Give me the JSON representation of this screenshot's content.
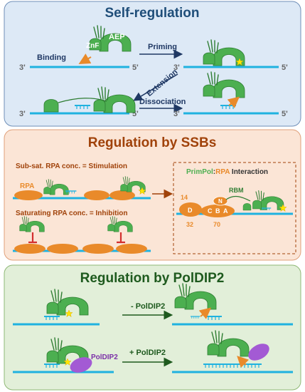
{
  "colors": {
    "panel1_bg": "#dde9f6",
    "panel1_border": "#6f8fb8",
    "panel1_title": "#1f4e79",
    "panel2_bg": "#fbe5d6",
    "panel2_border": "#e0a07a",
    "panel2_title": "#a0420a",
    "panel3_bg": "#e2efd9",
    "panel3_border": "#8fb876",
    "panel3_title": "#1e5a1e",
    "dna": "#1fb2e0",
    "protein": "#4caf50",
    "protein_dark": "#2e7d32",
    "rpa": "#e98a2a",
    "poldip2": "#a35ad4",
    "arrow_dark": "#1f3864",
    "arrow_orange": "#e98a2a",
    "arrow_green": "#1e5a1e",
    "inhibit_red": "#d32f2f",
    "nucleotide": "#ffe600"
  },
  "icons": [
    "primpol-protein-icon",
    "rpa-protein-icon",
    "poldip2-protein-icon",
    "nucleotide-star-icon",
    "dna-strand-icon"
  ],
  "panels": {
    "self_regulation": {
      "title": "Self-regulation",
      "znf_label": "ZnF",
      "aep_label": "AEP",
      "binding": "Binding",
      "priming": "Priming",
      "extension": "Extension",
      "dissociation": "Dissociation",
      "three_prime": "3'",
      "five_prime": "5'"
    },
    "ssb": {
      "title": "Regulation by SSBs",
      "stimulation": "Sub-sat. RPA conc. = Stimulation",
      "inhibition": "Saturating RPA conc. = Inhibition",
      "rpa_label": "RPA",
      "interaction_primpol": "PrimPol",
      "interaction_colon": ":",
      "interaction_rpa": "RPA",
      "interaction_rest": " Interaction",
      "rbm": "RBM",
      "n_label": "N",
      "d_label": "D",
      "c_label": "C",
      "b_label": "B",
      "a_label": "A",
      "n14": "14",
      "n32": "32",
      "n70": "70"
    },
    "poldip2": {
      "title": "Regulation by PolDIP2",
      "minus_label": "- PolDIP2",
      "plus_label": "+ PolDIP2",
      "poldip2_name": "PolDIP2"
    }
  }
}
